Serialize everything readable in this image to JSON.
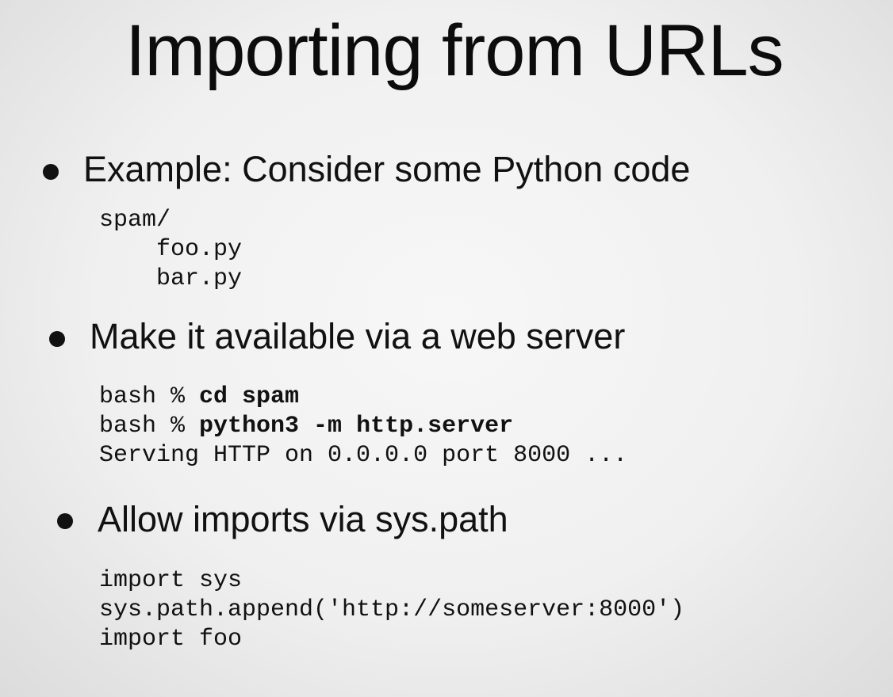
{
  "slide": {
    "title": "Importing from URLs",
    "bullets": [
      {
        "text": "Example: Consider some Python code",
        "code": [
          {
            "plain": "spam/",
            "bold": ""
          },
          {
            "plain": "    foo.py",
            "bold": ""
          },
          {
            "plain": "    bar.py",
            "bold": ""
          }
        ]
      },
      {
        "text": "Make it available via a web server",
        "code": [
          {
            "plain": "bash % ",
            "bold": "cd spam"
          },
          {
            "plain": "bash % ",
            "bold": "python3 -m http.server"
          },
          {
            "plain": "Serving HTTP on 0.0.0.0 port 8000 ...",
            "bold": ""
          }
        ]
      },
      {
        "text": "Allow imports via sys.path",
        "code": [
          {
            "plain": "import sys",
            "bold": ""
          },
          {
            "plain": "sys.path.append('http://someserver:8000')",
            "bold": ""
          },
          {
            "plain": "import foo",
            "bold": ""
          }
        ]
      }
    ]
  }
}
